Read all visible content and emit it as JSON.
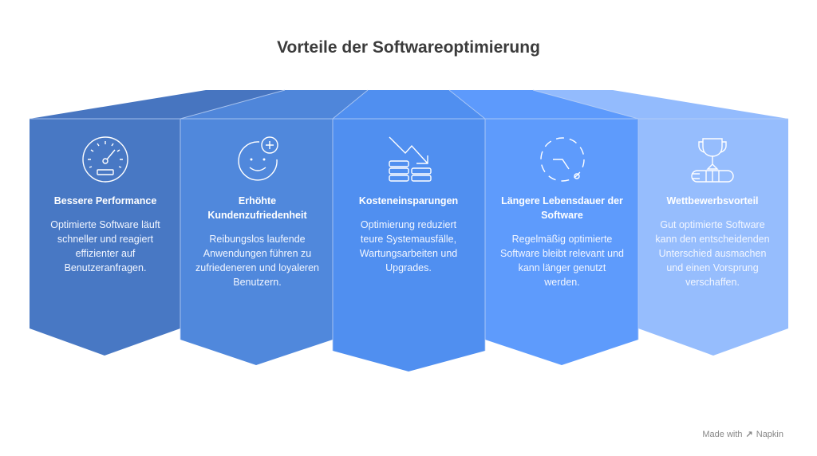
{
  "title": "Vorteile der Softwareoptimierung",
  "colors": {
    "p1": "#4878c4",
    "p2": "#5088dc",
    "p3": "#508ff0",
    "p4": "#5e9bfc",
    "p5": "#96bdfd"
  },
  "items": [
    {
      "icon": "speedometer-icon",
      "heading": "Bessere Performance",
      "text": "Optimierte Software läuft schneller und reagiert effizienter auf Benutzeranfragen."
    },
    {
      "icon": "smiley-plus-icon",
      "heading": "Erhöhte Kundenzufriedenheit",
      "text": "Reibungslos laufende Anwendungen führen zu zufriedeneren und loyaleren Benutzern."
    },
    {
      "icon": "coins-trend-down-icon",
      "heading": "Kosteneinsparungen",
      "text": "Optimierung reduziert teure Systemausfälle, Wartungsarbeiten und Upgrades."
    },
    {
      "icon": "clock-dashed-icon",
      "heading": "Längere Lebensdauer der Software",
      "text": "Regelmäßig optimierte Software bleibt relevant und kann länger genutzt werden."
    },
    {
      "icon": "trophy-icon",
      "heading": "Wettbewerbsvorteil",
      "text": "Gut optimierte Software kann den entscheidenden Unterschied ausmachen und einen Vorsprung verschaffen."
    }
  ],
  "footer": {
    "label": "Made with",
    "brand": "Napkin"
  }
}
